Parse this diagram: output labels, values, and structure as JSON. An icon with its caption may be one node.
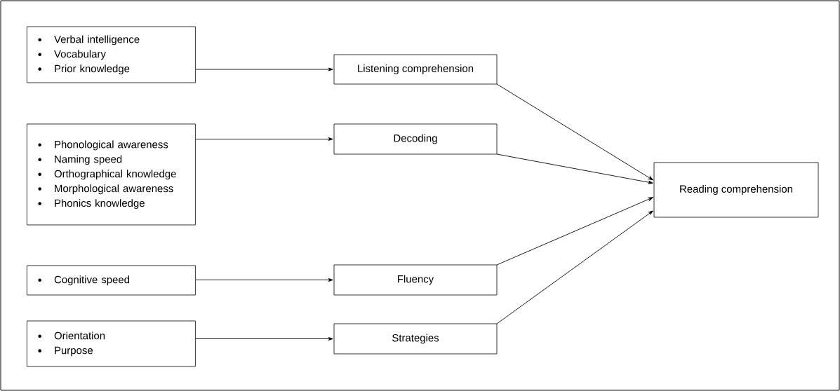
{
  "diagram": {
    "nodes": [
      {
        "text": [
          "Verbal intelligence",
          "Vocabulary",
          "Prior knowledge"
        ]
      },
      {
        "text": [
          "Listening comprehension"
        ]
      },
      {
        "text": [
          "Phonological awareness",
          "Naming speed",
          "Orthographical knowledge",
          "Morphological awareness",
          "Phonics knowledge"
        ]
      },
      {
        "text": [
          "Decoding"
        ]
      },
      {
        "text": [
          "Cognitive speed"
        ]
      },
      {
        "text": [
          "Fluency"
        ]
      },
      {
        "text": [
          "Orientation",
          "Purpose"
        ]
      },
      {
        "text": [
          "Strategies"
        ]
      },
      {
        "text": [
          "Reading comprehension"
        ]
      }
    ],
    "edges": [
      {
        "from": 0,
        "to": 1,
        "arrow": "to"
      },
      {
        "from": 2,
        "to": 3,
        "arrow": "to"
      },
      {
        "from": 4,
        "to": 5,
        "arrow": "to"
      },
      {
        "from": 6,
        "to": 7,
        "arrow": "to"
      },
      {
        "from": 1,
        "to": 8,
        "arrow": "to"
      },
      {
        "from": 3,
        "to": 8,
        "arrow": "to"
      },
      {
        "from": 5,
        "to": 8,
        "arrow": "to"
      },
      {
        "from": 7,
        "to": 8,
        "arrow": "to"
      }
    ]
  }
}
